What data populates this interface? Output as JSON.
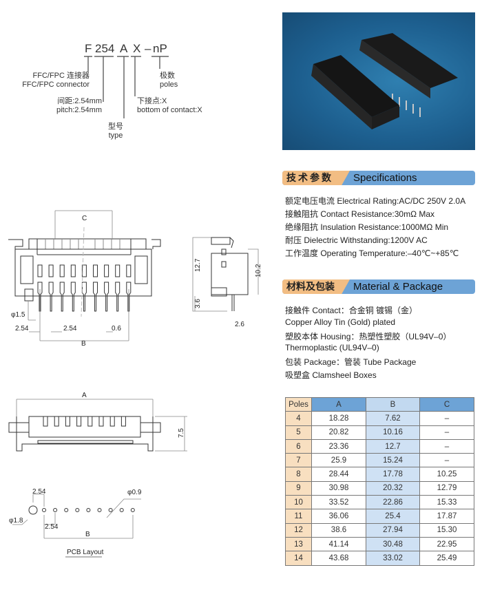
{
  "part_code": {
    "f": "F",
    "pitch": "254",
    "type": "A",
    "contact": "X",
    "dash": "–",
    "poles": "nP"
  },
  "legend": {
    "connector_cn": "FFC/FPC 连接器",
    "connector_en": "FFC/FPC connector",
    "pitch_cn": "间距:2.54mm",
    "pitch_en": "pitch:2.54mm",
    "type_cn": "型号",
    "type_en": "type",
    "contact_cn": "下接点:X",
    "contact_en": "bottom of contact:X",
    "poles_cn": "极数",
    "poles_en": "poles"
  },
  "drawing_front": {
    "c": "C",
    "phi15": "φ1.5",
    "pitch1": "2.54",
    "pitch2": "2.54",
    "pin_w": "0.6",
    "b": "B"
  },
  "drawing_side": {
    "h1": "12.7",
    "h2": "10.2",
    "h3": "3.6",
    "w1": "2.6"
  },
  "drawing_top": {
    "a": "A",
    "h": "7.5"
  },
  "pcb": {
    "p1": "2.54",
    "phi09": "φ0.9",
    "phi18": "φ1.8",
    "p2": "2.54",
    "b": "B",
    "title": "PCB Layout"
  },
  "specifications": {
    "title_cn": "技术参数",
    "title_en": "Specifications",
    "lines": [
      "额定电压电流 Electrical Rating:AC/DC 250V 2.0A",
      "接触阻抗 Contact Resistance:30mΩ Max",
      "绝缘阻抗 Insulation Resistance:1000MΩ Min",
      "耐压 Dielectric Withstanding:1200V AC",
      "工作温度 Operating Temperature:–40℃~+85℃"
    ]
  },
  "material": {
    "title_cn": "材料及包装",
    "title_en": "Material & Package",
    "lines": [
      "接触件 Contact：合金铜 镀锡（金）",
      "Copper Alloy Tin (Gold) plated",
      "塑胶本体 Housing：热塑性塑胶（UL94V–0）",
      "Thermoplastic (UL94V–0)",
      "包装 Package：管装 Tube Package",
      "吸塑盒 Clamsheel Boxes"
    ]
  },
  "table": {
    "headers": [
      "Poles",
      "A",
      "B",
      "C"
    ],
    "rows": [
      [
        "4",
        "18.28",
        "7.62",
        "–"
      ],
      [
        "5",
        "20.82",
        "10.16",
        "–"
      ],
      [
        "6",
        "23.36",
        "12.7",
        "–"
      ],
      [
        "7",
        "25.9",
        "15.24",
        "–"
      ],
      [
        "8",
        "28.44",
        "17.78",
        "10.25"
      ],
      [
        "9",
        "30.98",
        "20.32",
        "12.79"
      ],
      [
        "10",
        "33.52",
        "22.86",
        "15.33"
      ],
      [
        "11",
        "36.06",
        "25.4",
        "17.87"
      ],
      [
        "12",
        "38.6",
        "27.94",
        "15.30"
      ],
      [
        "13",
        "41.14",
        "30.48",
        "22.95"
      ],
      [
        "14",
        "43.68",
        "33.02",
        "25.49"
      ]
    ]
  },
  "colors": {
    "orange": "#f2bd83",
    "blue": "#6da3d6",
    "light_blue": "#cfe1f4",
    "photo_bg": "#1d5f8f"
  }
}
